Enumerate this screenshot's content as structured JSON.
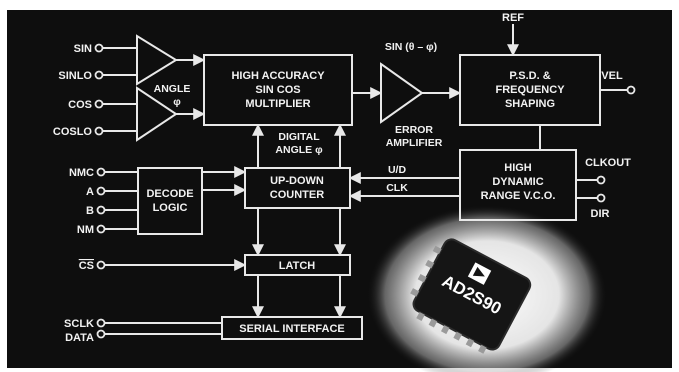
{
  "colors": {
    "background": "#0e0e0e",
    "frame": "#ffffff",
    "line": "#e8e8e8",
    "text": "#f2f2f2",
    "chip_body": "#151515",
    "glow": "#f4f4f4"
  },
  "pins": {
    "sin": "SIN",
    "sinlo": "SINLO",
    "cos": "COS",
    "coslo": "COSLO",
    "nmc": "NMC",
    "a": "A",
    "b": "B",
    "nm": "NM",
    "cs": "CS",
    "sclk": "SCLK",
    "data": "DATA",
    "ref": "REF",
    "vel": "VEL",
    "clkout": "CLKOUT",
    "dir": "DIR"
  },
  "blocks": {
    "multiplier": [
      "HIGH ACCURACY",
      "SIN COS",
      "MULTIPLIER"
    ],
    "psd": [
      "P.S.D. &",
      "FREQUENCY",
      "SHAPING"
    ],
    "decode": [
      "DECODE",
      "LOGIC"
    ],
    "counter": [
      "UP-DOWN",
      "COUNTER"
    ],
    "vco": [
      "HIGH",
      "DYNAMIC",
      "RANGE V.C.O."
    ],
    "latch": "LATCH",
    "serial": "SERIAL INTERFACE"
  },
  "labels": {
    "angle": [
      "ANGLE",
      "φ"
    ],
    "digital_angle": [
      "DIGITAL",
      "ANGLE φ"
    ],
    "sin_error": "SIN (θ – φ)",
    "error_amp": [
      "ERROR",
      "AMPLIFIER"
    ],
    "ud": "U/D",
    "clk": "CLK"
  },
  "chip": {
    "part_number": "AD2S90"
  }
}
